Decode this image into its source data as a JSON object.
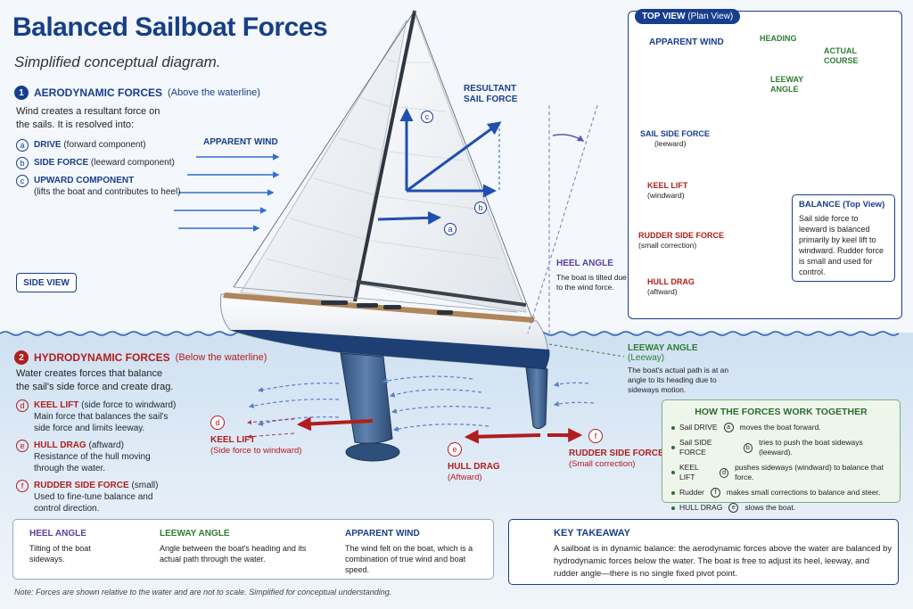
{
  "title": "Balanced Sailboat Forces",
  "subtitle": "Simplified conceptual diagram.",
  "aero": {
    "num": "1",
    "heading": "AERODYNAMIC FORCES",
    "sub": "(Above the waterline)",
    "intro": "Wind creates a resultant force on the sails. It is resolved into:",
    "items": [
      {
        "letter": "a",
        "label": "DRIVE",
        "desc": "(forward component)"
      },
      {
        "letter": "b",
        "label": "SIDE FORCE",
        "desc": "(leeward component)"
      },
      {
        "letter": "c",
        "label": "UPWARD COMPONENT",
        "desc": "(lifts the boat and contributes to heel)"
      }
    ]
  },
  "side_view": "SIDE VIEW",
  "sail_labels": {
    "apparent_wind": "APPARENT WIND",
    "resultant": "RESULTANT SAIL FORCE",
    "a": "a",
    "b": "b",
    "c": "c",
    "heel_angle": "HEEL ANGLE",
    "heel_desc": "The boat is tilted due to the wind force."
  },
  "leeway_side": {
    "title": "LEEWAY ANGLE",
    "sub": "(Leeway)",
    "desc": "The boat's actual path is at an angle to its heading due to sideways motion."
  },
  "hydro": {
    "num": "2",
    "heading": "HYDRODYNAMIC FORCES",
    "sub": "(Below the waterline)",
    "intro": "Water creates forces that balance the sail's side force and create drag.",
    "items": [
      {
        "letter": "d",
        "label": "KEEL LIFT",
        "sub": "(side force to windward)",
        "desc": "Main force that balances the sail's side force and limits leeway."
      },
      {
        "letter": "e",
        "label": "HULL DRAG",
        "sub": "(aftward)",
        "desc": "Resistance of the hull moving through the water."
      },
      {
        "letter": "f",
        "label": "RUDDER SIDE FORCE",
        "sub": "(small)",
        "desc": "Used to fine-tune balance and control direction."
      }
    ]
  },
  "water_labels": {
    "d": "d",
    "e": "e",
    "f": "f",
    "keel_lift": "KEEL LIFT",
    "keel_lift_sub": "(Side force to windward)",
    "hull_drag": "HULL DRAG",
    "hull_drag_sub": "(Aftward)",
    "rudder": "RUDDER SIDE FORCE",
    "rudder_sub": "(Small correction)"
  },
  "top_view": {
    "badge": "TOP VIEW",
    "badge_sub": "(Plan View)",
    "apparent_wind": "APPARENT WIND",
    "heading": "HEADING",
    "actual_course": "ACTUAL COURSE",
    "leeway_angle": "LEEWAY ANGLE",
    "sail_side": "SAIL SIDE FORCE",
    "sail_side_sub": "(leeward)",
    "keel_lift": "KEEL LIFT",
    "keel_lift_sub": "(windward)",
    "rudder": "RUDDER SIDE FORCE",
    "rudder_sub": "(small correction)",
    "hull_drag": "HULL DRAG",
    "hull_drag_sub": "(aftward)",
    "balance_title": "BALANCE (Top View)",
    "balance_desc": "Sail side force to leeward is balanced primarily by keel lift to windward. Rudder force is small and used for control."
  },
  "together": {
    "title": "HOW THE FORCES WORK TOGETHER",
    "items": [
      {
        "pre": "Sail DRIVE",
        "letter": "a",
        "post": "moves the boat forward."
      },
      {
        "pre": "Sail SIDE FORCE",
        "letter": "b",
        "post": "tries to push the boat sideways (leeward)."
      },
      {
        "pre": "KEEL LIFT",
        "letter": "d",
        "post": "pushes sideways (windward) to balance that force."
      },
      {
        "pre": "Rudder",
        "letter": "f",
        "post": "makes small corrections to balance and steer."
      },
      {
        "pre": "HULL DRAG",
        "letter": "e",
        "post": "slows the boat."
      }
    ]
  },
  "definitions": [
    {
      "title": "HEEL ANGLE",
      "desc": "Tilting of the boat sideways.",
      "color": "#5b3fa0"
    },
    {
      "title": "LEEWAY ANGLE",
      "desc": "Angle between the boat's heading and its actual path through the water.",
      "color": "#2e7d32"
    },
    {
      "title": "APPARENT WIND",
      "desc": "The wind felt on the boat, which is a combination of true wind and boat speed.",
      "color": "#173e8c"
    }
  ],
  "key": {
    "title": "KEY TAKEAWAY",
    "desc": "A sailboat is in dynamic balance: the aerodynamic forces above the water are balanced by hydrodynamic forces below the water. The boat is free to adjust its heel, leeway, and rudder angle—there is no single fixed pivot point."
  },
  "note": "Note: Forces are shown relative to the water and are not to scale. Simplified for conceptual understanding.",
  "colors": {
    "blue": "#173e8c",
    "red": "#b21d1d",
    "green": "#2e7d32",
    "purple": "#5b3fa0"
  }
}
